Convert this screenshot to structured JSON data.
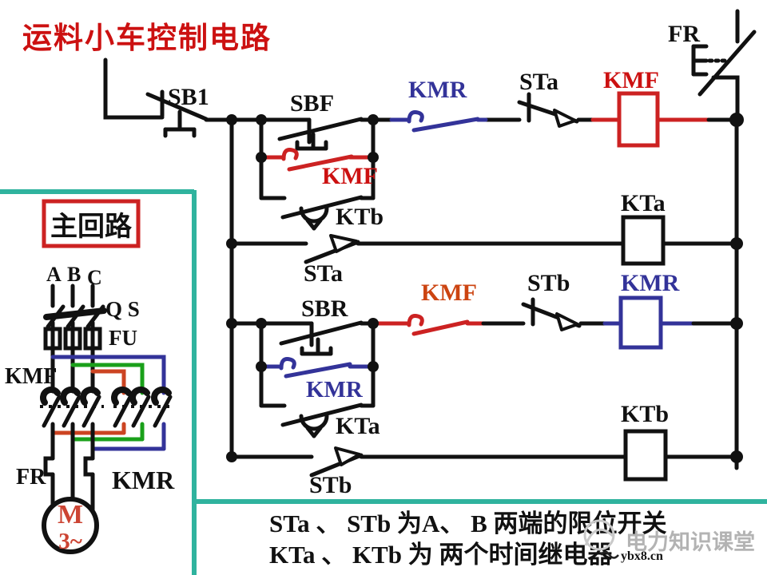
{
  "title": "运料小车控制电路",
  "colors": {
    "title_red": "#cc1111",
    "contact_red": "#cc2222",
    "relay_blue": "#333399",
    "frame_teal": "#2fb39e",
    "wire_green": "#1aa01a",
    "wire_orange": "#cc4422",
    "motor_text": "#cc4433",
    "watermark_gray": "#b3b3b3"
  },
  "control": {
    "sb1": "SB1",
    "sbf": "SBF",
    "kmf_hold": "KMF",
    "ktb_contact": "KTb",
    "kmr_interlock": "KMR",
    "sta_nc": "STa",
    "kmf_coil": "KMF",
    "fr": "FR",
    "sta_no": "STa",
    "kta_coil": "KTa",
    "sbr": "SBR",
    "kmf_interlock": "KMF",
    "stb_nc": "STb",
    "kmr_coil": "KMR",
    "kmr_hold": "KMR",
    "kta_contact": "KTa",
    "stb_no": "STb",
    "ktb_coil": "KTb"
  },
  "main": {
    "box_label": "主回路",
    "phases": [
      "A",
      "B",
      "C"
    ],
    "qs": "Q S",
    "fu": "FU",
    "kmf": "KMF",
    "fr": "FR",
    "kmr": "KMR",
    "motor_letter": "M",
    "motor_phase": "3~"
  },
  "caption": {
    "line1": "STa 、 STb 为A、 B 两端的限位开关",
    "line2": "KTa 、 KTb 为 两个时间继电器"
  },
  "watermark": {
    "brand": "电力知识课堂",
    "site": "ybx8.cn"
  }
}
